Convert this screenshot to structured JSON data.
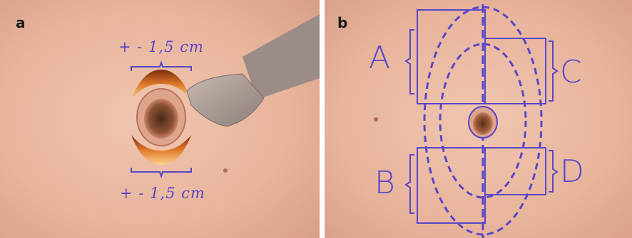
{
  "panels": {
    "a": {
      "letter": "a",
      "measure_top": "+ - 1,5 cm",
      "measure_bottom": "+ - 1,5 cm"
    },
    "b": {
      "letter": "b",
      "zone_labels": [
        "A",
        "B",
        "C",
        "D"
      ]
    }
  },
  "colors": {
    "skin": "#e9b9a2",
    "annotation": "#5a46c8",
    "wound": "#c8641e"
  }
}
